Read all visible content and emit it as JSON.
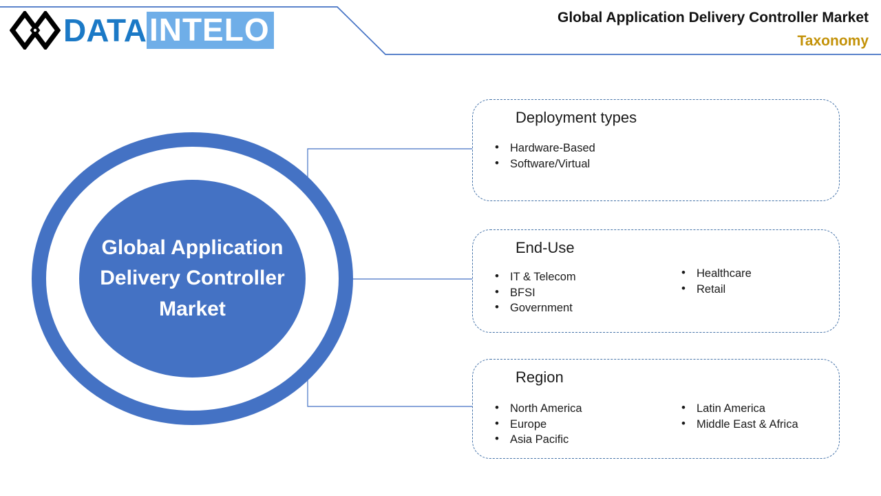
{
  "header": {
    "logo": {
      "mark_icon": "double-diamond-icon",
      "text_primary": "DATA",
      "text_secondary": "INTELO",
      "primary_color": "#1B79C6",
      "secondary_bg_color": "#6FAEE8",
      "secondary_text_color": "#FFFFFF"
    },
    "title": "Global Application Delivery Controller Market",
    "subtitle": "Taxonomy",
    "subtitle_color": "#C39209",
    "divider_color": "#4472C4"
  },
  "diagram": {
    "center": {
      "label": "Global Application Delivery Controller Market",
      "ring_color": "#4472C4",
      "text_color": "#FFFFFF"
    },
    "connector_color": "#4472C4",
    "branches": [
      {
        "id": "deployment-types",
        "title": "Deployment types",
        "columns": [
          {
            "items": [
              "Hardware-Based",
              "Software/Virtual"
            ]
          },
          {
            "items": []
          }
        ]
      },
      {
        "id": "end-use",
        "title": "End-Use",
        "columns": [
          {
            "items": [
              "IT & Telecom",
              "BFSI",
              "Government"
            ]
          },
          {
            "items": [
              "Healthcare",
              "Retail"
            ]
          }
        ]
      },
      {
        "id": "region",
        "title": "Region",
        "columns": [
          {
            "items": [
              "North America",
              "Europe",
              "Asia Pacific"
            ]
          },
          {
            "items": [
              "Latin America",
              "Middle East & Africa"
            ]
          }
        ]
      }
    ]
  }
}
